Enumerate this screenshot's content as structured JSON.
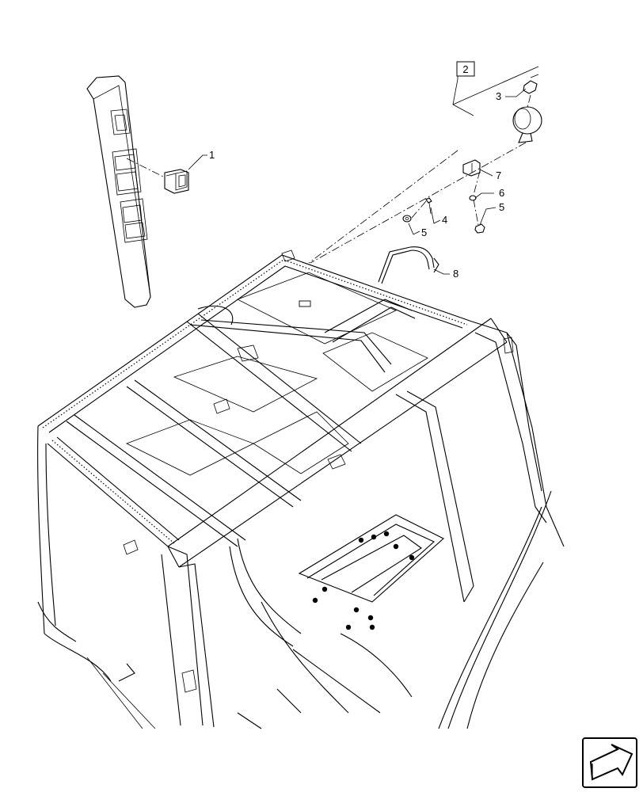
{
  "diagram": {
    "group_label": "2",
    "callouts": [
      {
        "key": "c1",
        "text": "1"
      },
      {
        "key": "c3",
        "text": "3"
      },
      {
        "key": "c7",
        "text": "7"
      },
      {
        "key": "c6",
        "text": "6"
      },
      {
        "key": "c5a",
        "text": "5"
      },
      {
        "key": "c4",
        "text": "4"
      },
      {
        "key": "c5b",
        "text": "5"
      },
      {
        "key": "c8",
        "text": "8"
      }
    ],
    "parts": {
      "1": "switch",
      "3": "bracket-nut",
      "4": "bolt",
      "5": "nut",
      "6": "washer",
      "7": "mounting-bracket",
      "8": "wire-harness"
    },
    "icons": [
      "next-page-arrow-icon"
    ]
  }
}
